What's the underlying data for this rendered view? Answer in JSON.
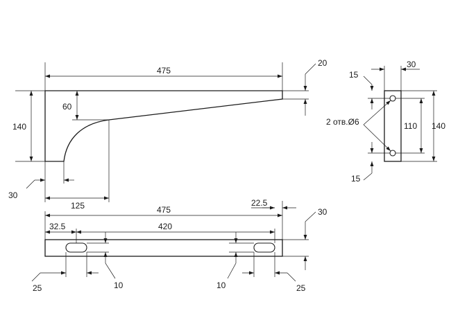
{
  "side_view": {
    "dim_length": "475",
    "dim_end_thickness": "20",
    "dim_height": "140",
    "dim_arm_drop": "60",
    "dim_plate_thickness": "30",
    "dim_curve_length": "125"
  },
  "end_view": {
    "dim_hole_offset_top": "15",
    "dim_width": "30",
    "dim_hole_spacing": "110",
    "dim_height": "140",
    "dim_hole_offset_bottom": "15",
    "holes_label": "2 отв.Ø6"
  },
  "top_view": {
    "dim_length": "475",
    "dim_edge_offset": "22.5",
    "dim_slot_offset": "32.5",
    "dim_slot_spacing": "420",
    "dim_thickness": "30",
    "dim_slot_length_left": "25",
    "dim_slot_width_left": "10",
    "dim_slot_width_right": "10",
    "dim_slot_length_right": "25"
  }
}
